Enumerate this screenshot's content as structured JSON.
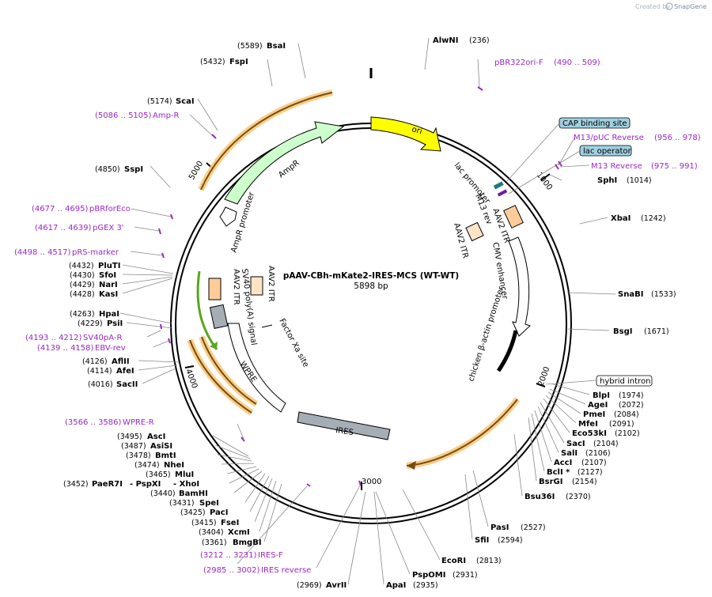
{
  "credit": {
    "prefix": "Created by",
    "brand": "SnapGene"
  },
  "plasmid": {
    "name": "pAAV-CBh-mKate2-IRES-MCS (WT-WT)",
    "length": "5898 bp"
  },
  "ticks": [
    "1000",
    "2000",
    "3000",
    "4000",
    "5000"
  ],
  "features": {
    "ori": "ori",
    "ampr": "AmpR",
    "ampr_promoter": "AmpR promoter",
    "lac_promoter": "lac promoter",
    "m13_rev": "M13 rev",
    "aav2_itr_right_a": "AAV2 ITR",
    "aav2_itr_right_b": "AAV2 ITR",
    "cmv_enhancer": "CMV enhancer",
    "cba_promoter": "chicken β-actin promoter",
    "ires": "IRES",
    "wpre": "WPRE",
    "factor_xa": "Factor Xa site",
    "sv40_polya": "SV40 poly(A) signal",
    "aav2_itr_left_a": "AAV2 ITR",
    "aav2_itr_left_b": "AAV2 ITR"
  },
  "boxes": {
    "cap": "CAP binding site",
    "lacop": "lac operator",
    "hybrid": "hybrid intron"
  },
  "enzymes": [
    {
      "name": "AlwNI",
      "pos": "(236)"
    },
    {
      "name": "SphI",
      "pos": "(1014)"
    },
    {
      "name": "XbaI",
      "pos": "(1242)"
    },
    {
      "name": "SnaBI",
      "pos": "(1533)"
    },
    {
      "name": "BsgI",
      "pos": "(1671)"
    },
    {
      "name": "BlpI",
      "pos": "(1974)"
    },
    {
      "name": "AgeI",
      "pos": "(2072)"
    },
    {
      "name": "PmeI",
      "pos": "(2084)"
    },
    {
      "name": "MfeI",
      "pos": "(2091)"
    },
    {
      "name": "Eco53kI",
      "pos": "(2102)"
    },
    {
      "name": "SacI",
      "pos": "(2104)"
    },
    {
      "name": "SalI",
      "pos": "(2106)"
    },
    {
      "name": "AccI",
      "pos": "(2107)"
    },
    {
      "name": "BclI *",
      "pos": "(2127)"
    },
    {
      "name": "BsrGI",
      "pos": "(2154)"
    },
    {
      "name": "Bsu36I",
      "pos": "(2370)"
    },
    {
      "name": "PasI",
      "pos": "(2527)"
    },
    {
      "name": "SfiI",
      "pos": "(2594)"
    },
    {
      "name": "EcoRI",
      "pos": "(2813)"
    },
    {
      "name": "PspOMI",
      "pos": "(2931)"
    },
    {
      "name": "ApaI",
      "pos": "(2935)"
    },
    {
      "name": "AvrII",
      "pos": "(2969)"
    },
    {
      "name": "BmgBI",
      "pos": "(3361)"
    },
    {
      "name": "XcmI",
      "pos": "(3404)"
    },
    {
      "name": "FseI",
      "pos": "(3415)"
    },
    {
      "name": "PacI",
      "pos": "(3425)"
    },
    {
      "name": "SpeI",
      "pos": "(3431)"
    },
    {
      "name": "BamHI",
      "pos": "(3440)"
    },
    {
      "name": "PaeR7I",
      "pos": "(3452)"
    },
    {
      "name": "- PspXI",
      "pos": ""
    },
    {
      "name": "- XhoI",
      "pos": ""
    },
    {
      "name": "MluI",
      "pos": "(3465)"
    },
    {
      "name": "NheI",
      "pos": "(3474)"
    },
    {
      "name": "BmtI",
      "pos": "(3478)"
    },
    {
      "name": "AsiSI",
      "pos": "(3487)"
    },
    {
      "name": "AscI",
      "pos": "(3495)"
    },
    {
      "name": "SacII",
      "pos": "(4016)"
    },
    {
      "name": "AfeI",
      "pos": "(4114)"
    },
    {
      "name": "AflII",
      "pos": "(4126)"
    },
    {
      "name": "PsiI",
      "pos": "(4229)"
    },
    {
      "name": "HpaI",
      "pos": "(4263)"
    },
    {
      "name": "KasI",
      "pos": "(4428)"
    },
    {
      "name": "NarI",
      "pos": "(4429)"
    },
    {
      "name": "SfoI",
      "pos": "(4430)"
    },
    {
      "name": "PluTI",
      "pos": "(4432)"
    },
    {
      "name": "SspI",
      "pos": "(4850)"
    },
    {
      "name": "ScaI",
      "pos": "(5174)"
    },
    {
      "name": "FspI",
      "pos": "(5432)"
    },
    {
      "name": "BsaI",
      "pos": "(5589)"
    }
  ],
  "primers": [
    {
      "name": "pBR322ori-F",
      "range": "(490 .. 509)"
    },
    {
      "name": "M13/pUC Reverse",
      "range": "(956 .. 978)"
    },
    {
      "name": "M13 Reverse",
      "range": "(975 .. 991)"
    },
    {
      "name": "WPRE-R",
      "range": "(3566 .. 3586)"
    },
    {
      "name": "IRES-F",
      "range": "(3212 .. 3231)"
    },
    {
      "name": "IRES reverse",
      "range": "(2985 .. 3002)"
    },
    {
      "name": "SV40pA-R",
      "range": "(4193 .. 4212)"
    },
    {
      "name": "EBV-rev",
      "range": "(4139 .. 4158)"
    },
    {
      "name": "pRS-marker",
      "range": "(4498 .. 4517)"
    },
    {
      "name": "pGEX 3'",
      "range": "(4617 .. 4639)"
    },
    {
      "name": "pBRforEco",
      "range": "(4677 .. 4695)"
    },
    {
      "name": "Amp-R",
      "range": "(5086 .. 5105)"
    }
  ],
  "colors": {
    "ori": "#ffff00",
    "ampr": "#ccffcc",
    "itr": "#ffcc99",
    "itr_light": "#ffe3c7",
    "ires": "#a5adb5",
    "wpre": "#ffffff",
    "primer": "#9b27c6",
    "orf_glow": "#f7c97a",
    "orf": "#7a4a12",
    "green_arrow": "#5aa51e",
    "box_fill": "#b8dde8",
    "cap_fill": "#9fd0e0"
  }
}
